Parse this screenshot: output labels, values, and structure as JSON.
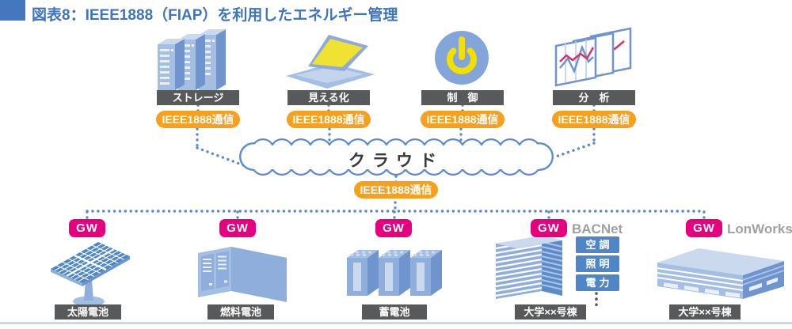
{
  "title": {
    "text": "図表8：IEEE1888（FIAP）を利用したエネルギー管理"
  },
  "cloud": {
    "label": "クラウド",
    "badge": "IEEE1888通信"
  },
  "top_nodes": [
    {
      "id": "storage",
      "icon": "server-rack-icon",
      "label": "ストレージ",
      "badge": "IEEE1888通信"
    },
    {
      "id": "visualization",
      "icon": "laptop-icon",
      "label": "見える化",
      "badge": "IEEE1888通信"
    },
    {
      "id": "control",
      "icon": "power-button-icon",
      "label": "制　御",
      "badge": "IEEE1888通信"
    },
    {
      "id": "analysis",
      "icon": "line-charts-icon",
      "label": "分　析",
      "badge": "IEEE1888通信"
    }
  ],
  "bottom_nodes": [
    {
      "id": "solar-cell",
      "icon": "solar-panel-icon",
      "gw": "GW",
      "label": "太陽電池"
    },
    {
      "id": "fuel-cell",
      "icon": "fuel-cell-icon",
      "gw": "GW",
      "label": "燃料電池"
    },
    {
      "id": "storage-battery",
      "icon": "battery-icon",
      "gw": "GW",
      "label": "蓄電池"
    },
    {
      "id": "campus-building-bacnet",
      "icon": "building-icon",
      "gw": "GW",
      "label": "大学××号棟",
      "protocol": "BACNet",
      "subsystems": [
        "空調",
        "照明",
        "電力"
      ]
    },
    {
      "id": "campus-building-lonworks",
      "icon": "building-icon",
      "gw": "GW",
      "label": "大学××号棟",
      "protocol": "LonWorks"
    }
  ],
  "colors": {
    "accent_blue": "#4577BE",
    "line_blue": "#5B8BC9",
    "badge_orange": "#F6A01E",
    "gw_magenta": "#E5007E",
    "label_gray": "#58595B",
    "protocol_gray": "#9FA0A0",
    "screen_yellow": "#F0E232",
    "chart_pink": "#D6336C"
  }
}
